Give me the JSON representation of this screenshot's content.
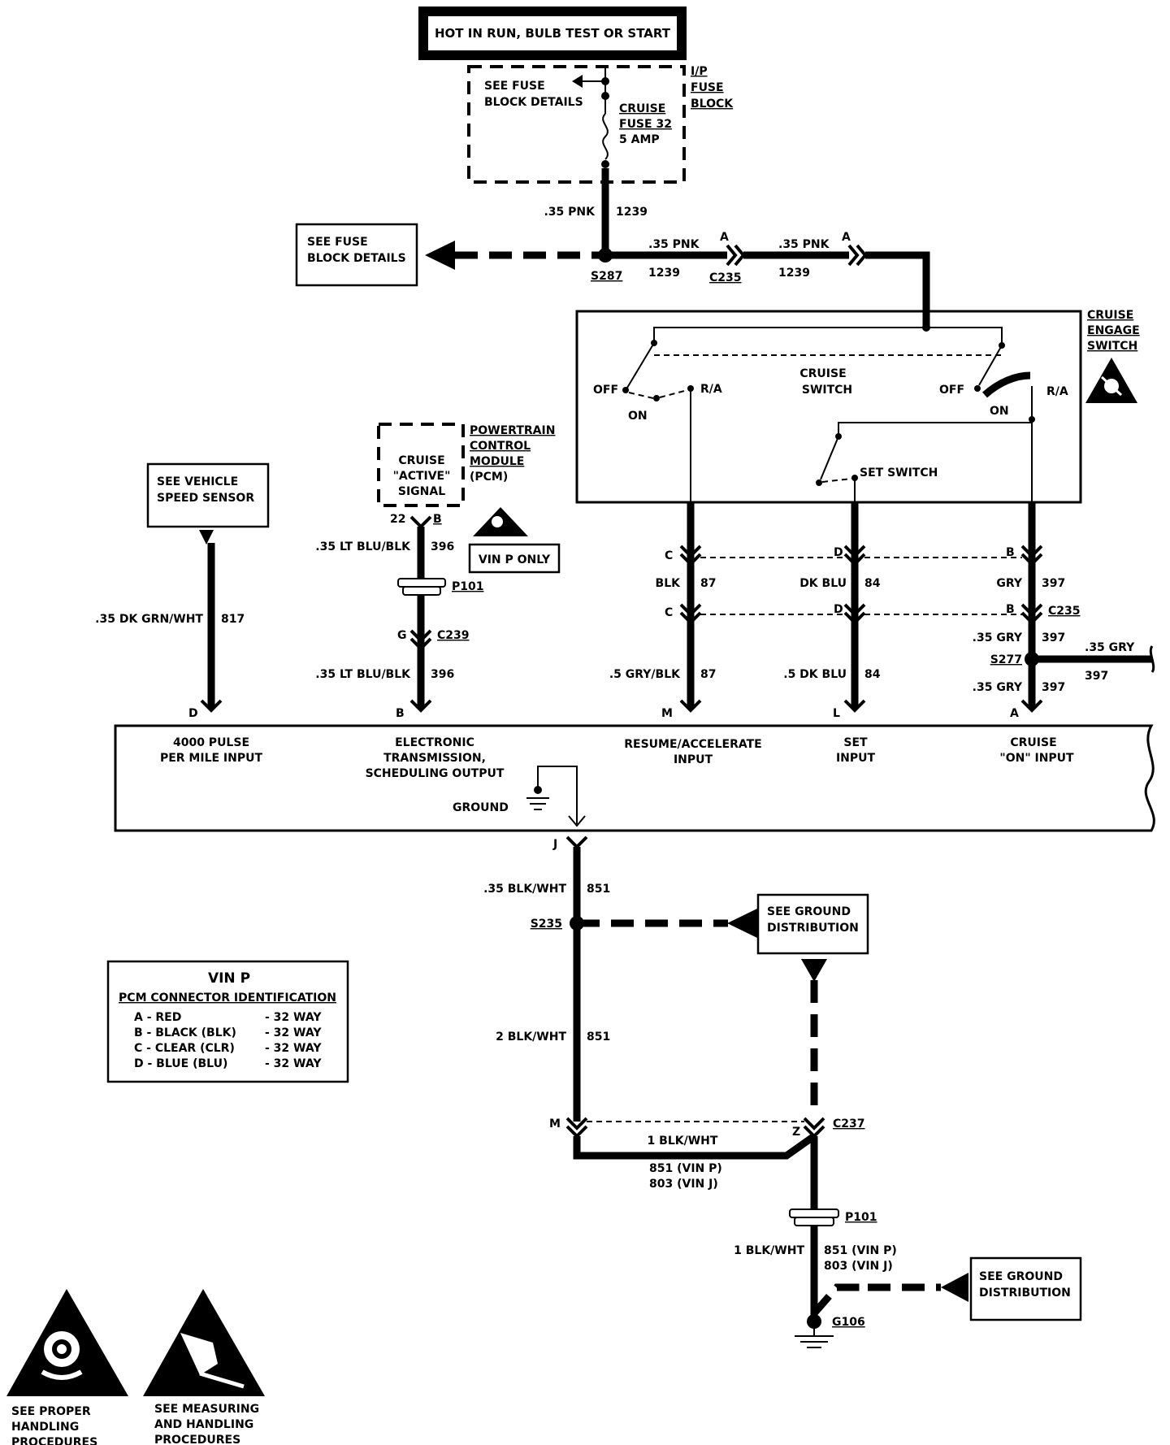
{
  "power": {
    "hot_label": "HOT IN RUN, BULB TEST OR START",
    "fuse_block_ref": [
      "SEE FUSE",
      "BLOCK DETAILS"
    ],
    "fuse_block_name": [
      "I/P",
      "FUSE",
      "BLOCK"
    ],
    "fuse_name": [
      "CRUISE",
      "FUSE 32",
      "5 AMP"
    ],
    "wire_to_splice": ".35 PNK",
    "circuit_to_splice": "1239",
    "side_ref": [
      "SEE FUSE",
      "BLOCK DETAILS"
    ],
    "splice": "S287",
    "wire_a": ".35 PNK",
    "circuit_a": "1239",
    "conn_letter_a": "A",
    "connector_a": "C235",
    "wire_b": ".35 PNK",
    "circuit_b": "1239",
    "conn_letter_b": "A"
  },
  "switch": {
    "name": [
      "CRUISE",
      "ENGAGE",
      "SWITCH"
    ],
    "cruise_switch": [
      "CRUISE",
      "SWITCH"
    ],
    "off_left": "OFF",
    "on_left": "ON",
    "ra_left": "R/A",
    "off_right": "OFF",
    "on_right": "ON",
    "ra_right": "R/A",
    "set_switch": "SET SWITCH"
  },
  "pcm": {
    "name": [
      "POWERTRAIN",
      "CONTROL",
      "MODULE",
      "(PCM)"
    ],
    "signal": [
      "CRUISE",
      "\"ACTIVE\"",
      "SIGNAL"
    ],
    "vin_only": "VIN P ONLY",
    "pin_22": "22",
    "pin_b": "B"
  },
  "vss": {
    "ref": [
      "SEE VEHICLE",
      "SPEED SENSOR"
    ],
    "wire": ".35 DK GRN/WHT",
    "circuit": "817",
    "pin": "D"
  },
  "trans": {
    "wire_top": ".35 LT BLU/BLK",
    "circuit_top": "396",
    "p101": "P101",
    "conn_letter": "G",
    "connector": "C239",
    "wire_bottom": ".35 LT BLU/BLK",
    "circuit_bottom": "396",
    "pin": "B"
  },
  "resume": {
    "conn_letter_top": "C",
    "conn_letter_bottom": "C",
    "wire_mid": "BLK",
    "circuit_mid": "87",
    "wire_bottom": ".5 GRY/BLK",
    "circuit_bottom": "87",
    "pin": "M"
  },
  "set": {
    "conn_letter_top": "D",
    "conn_letter_bottom": "D",
    "wire_mid": "DK BLU",
    "circuit_mid": "84",
    "wire_bottom": ".5 DK BLU",
    "circuit_bottom": "84",
    "pin": "L"
  },
  "cruise_on": {
    "conn_letter_top": "B",
    "conn_letter_bottom": "B",
    "wire_mid": "GRY",
    "circuit_mid": "397",
    "connector": "C235",
    "wire_splice": ".35 GRY",
    "circuit_splice": "397",
    "splice": "S277",
    "wire_branch": ".35 GRY",
    "circuit_branch": "397",
    "wire_bottom": ".35 GRY",
    "circuit_bottom": "397",
    "pin": "A"
  },
  "module_inputs": {
    "pulse": [
      "4000 PULSE",
      "PER MILE INPUT"
    ],
    "etso": [
      "ELECTRONIC",
      "TRANSMISSION,",
      "SCHEDULING OUTPUT"
    ],
    "resume": [
      "RESUME/ACCELERATE",
      "INPUT"
    ],
    "set": [
      "SET",
      "INPUT"
    ],
    "cruise_on": [
      "CRUISE",
      "\"ON\" INPUT"
    ],
    "ground": "GROUND"
  },
  "ground_path": {
    "pin_j": "J",
    "wire_1": ".35 BLK/WHT",
    "circuit_1": "851",
    "splice": "S235",
    "ref_1": [
      "SEE GROUND",
      "DISTRIBUTION"
    ],
    "wire_2": "2 BLK/WHT",
    "circuit_2": "851",
    "pin_m": "M",
    "pin_z": "Z",
    "connector": "C237",
    "wire_3": "1 BLK/WHT",
    "circuit_3a": "851  (VIN P)",
    "circuit_3b": "803  (VIN J)",
    "p101": "P101",
    "wire_4": "1 BLK/WHT",
    "circuit_4a": "851  (VIN P)",
    "circuit_4b": "803  (VIN J)",
    "ref_2": [
      "SEE GROUND",
      "DISTRIBUTION"
    ],
    "ground": "G106"
  },
  "legend": {
    "title": "VIN P",
    "subtitle": "PCM CONNECTOR IDENTIFICATION",
    "rows": [
      [
        "A  -  RED",
        "- 32 WAY"
      ],
      [
        "B  -  BLACK (BLK)",
        "- 32 WAY"
      ],
      [
        "C  -  CLEAR (CLR)",
        "- 32 WAY"
      ],
      [
        "D  -  BLUE (BLU)",
        "- 32 WAY"
      ]
    ]
  },
  "warnings": {
    "proper": [
      "SEE PROPER",
      "HANDLING",
      "PROCEDURES"
    ],
    "measuring": [
      "SEE MEASURING",
      "AND HANDLING",
      "PROCEDURES"
    ]
  }
}
